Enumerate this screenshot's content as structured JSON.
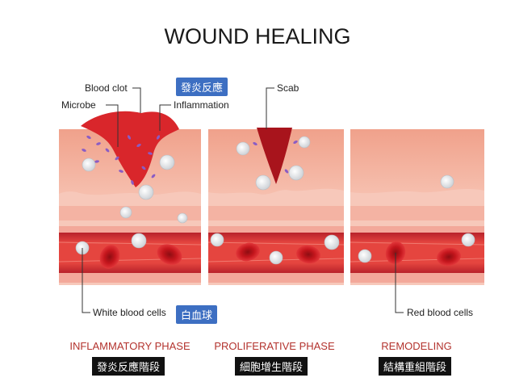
{
  "title": "WOUND HEALING",
  "labels": {
    "blood_clot": "Blood clot",
    "microbe": "Microbe",
    "inflammation": "Inflammation",
    "inflammation_zh": "發炎反應",
    "scab": "Scab",
    "white_blood_cells": "White blood cells",
    "white_blood_cells_zh": "白血球",
    "red_blood_cells": "Red blood cells"
  },
  "phases": [
    {
      "name": "INFLAMMATORY PHASE",
      "name_zh": "發炎反應階段"
    },
    {
      "name": "PROLIFERATIVE PHASE",
      "name_zh": "細胞增生階段"
    },
    {
      "name": "REMODELING",
      "name_zh": "結構重組階段"
    }
  ],
  "colors": {
    "skin_top": "#f2a994",
    "skin_mid": "#f7c3b4",
    "vessel": "#e0413c",
    "clot": "#d9262b",
    "label_red": "#b3332e",
    "tag_blue": "#3d6fc2"
  }
}
